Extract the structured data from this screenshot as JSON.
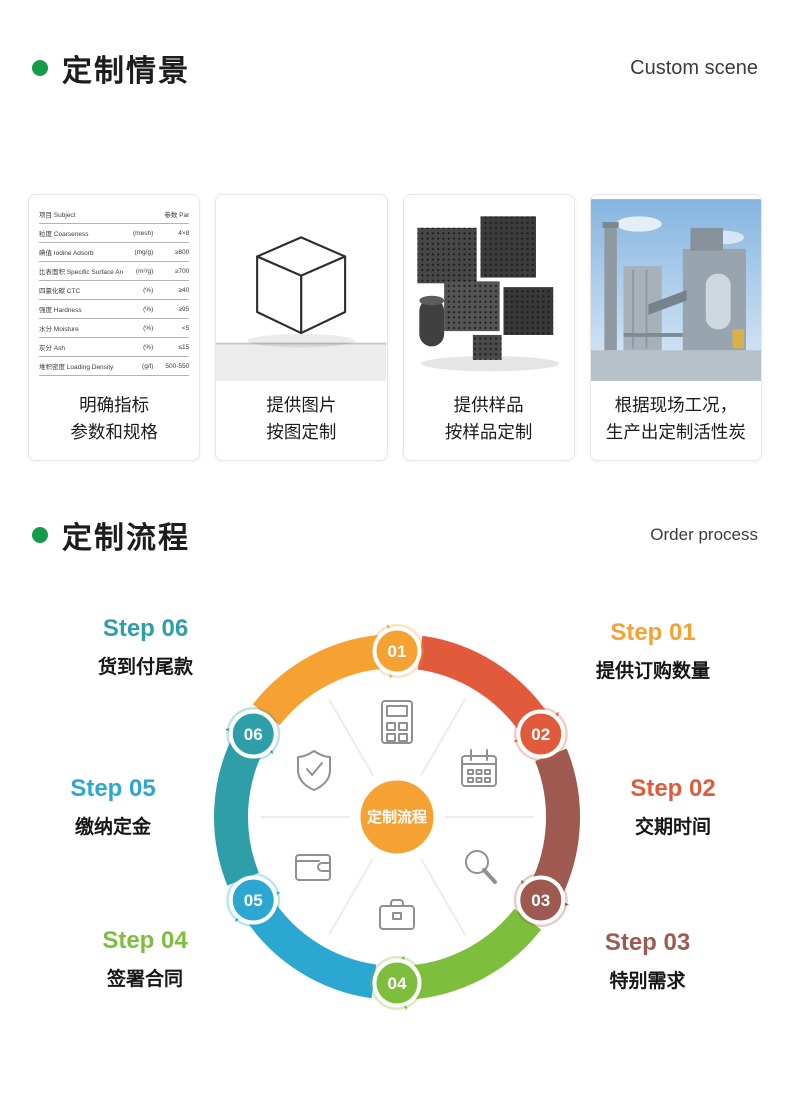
{
  "colors": {
    "heading_dot": "#149C4B",
    "center_badge": "#F6A233",
    "icon_gray": "#909090"
  },
  "scene": {
    "title": "定制情景",
    "subtitle_en": "Custom scene",
    "cards": [
      {
        "line1": "明确指标",
        "line2": "参数和规格"
      },
      {
        "line1": "提供图片",
        "line2": "按图定制"
      },
      {
        "line1": "提供样品",
        "line2": "按样品定制"
      },
      {
        "line1": "根据现场工况，",
        "line2": "生产出定制活性炭"
      }
    ],
    "spec_table": {
      "rows": [
        {
          "label": "项目 Subject",
          "unit": "",
          "value": "参数 Par"
        },
        {
          "label": "粒度 Coarseness",
          "unit": "(mesh)",
          "value": "4×8"
        },
        {
          "label": "碘值 Iodine Adsorb",
          "unit": "(mg/g)",
          "value": "≥800"
        },
        {
          "label": "比表面积 Specific Surface Area",
          "unit": "(m²/g)",
          "value": "≥700"
        },
        {
          "label": "四氯化碳 CTC",
          "unit": "(%)",
          "value": "≥40"
        },
        {
          "label": "强度 Hardness",
          "unit": "(%)",
          "value": "≥95"
        },
        {
          "label": "水分 Moisture",
          "unit": "(%)",
          "value": "<5"
        },
        {
          "label": "灰分 Ash",
          "unit": "(%)",
          "value": "≤15"
        },
        {
          "label": "堆积密度 Loading Density",
          "unit": "(g/l)",
          "value": "500-550"
        }
      ]
    }
  },
  "process": {
    "title": "定制流程",
    "subtitle_en": "Order process",
    "center_label": "定制流程",
    "steps": [
      {
        "num": "01",
        "en": "Step 01",
        "zh": "提供订购数量",
        "color": "#F6A233"
      },
      {
        "num": "02",
        "en": "Step 02",
        "zh": "交期时间",
        "color": "#E25A3C"
      },
      {
        "num": "03",
        "en": "Step 03",
        "zh": "特别需求",
        "color": "#9E5A50"
      },
      {
        "num": "04",
        "en": "Step 04",
        "zh": "签署合同",
        "color": "#7DBE3C"
      },
      {
        "num": "05",
        "en": "Step 05",
        "zh": "缴纳定金",
        "color": "#2BA7D1"
      },
      {
        "num": "06",
        "en": "Step 06",
        "zh": "货到付尾款",
        "color": "#2E9FA8"
      }
    ],
    "icons": [
      "calculator-icon",
      "calendar-icon",
      "magnifier-icon",
      "briefcase-icon",
      "wallet-icon",
      "shield-check-icon"
    ]
  }
}
